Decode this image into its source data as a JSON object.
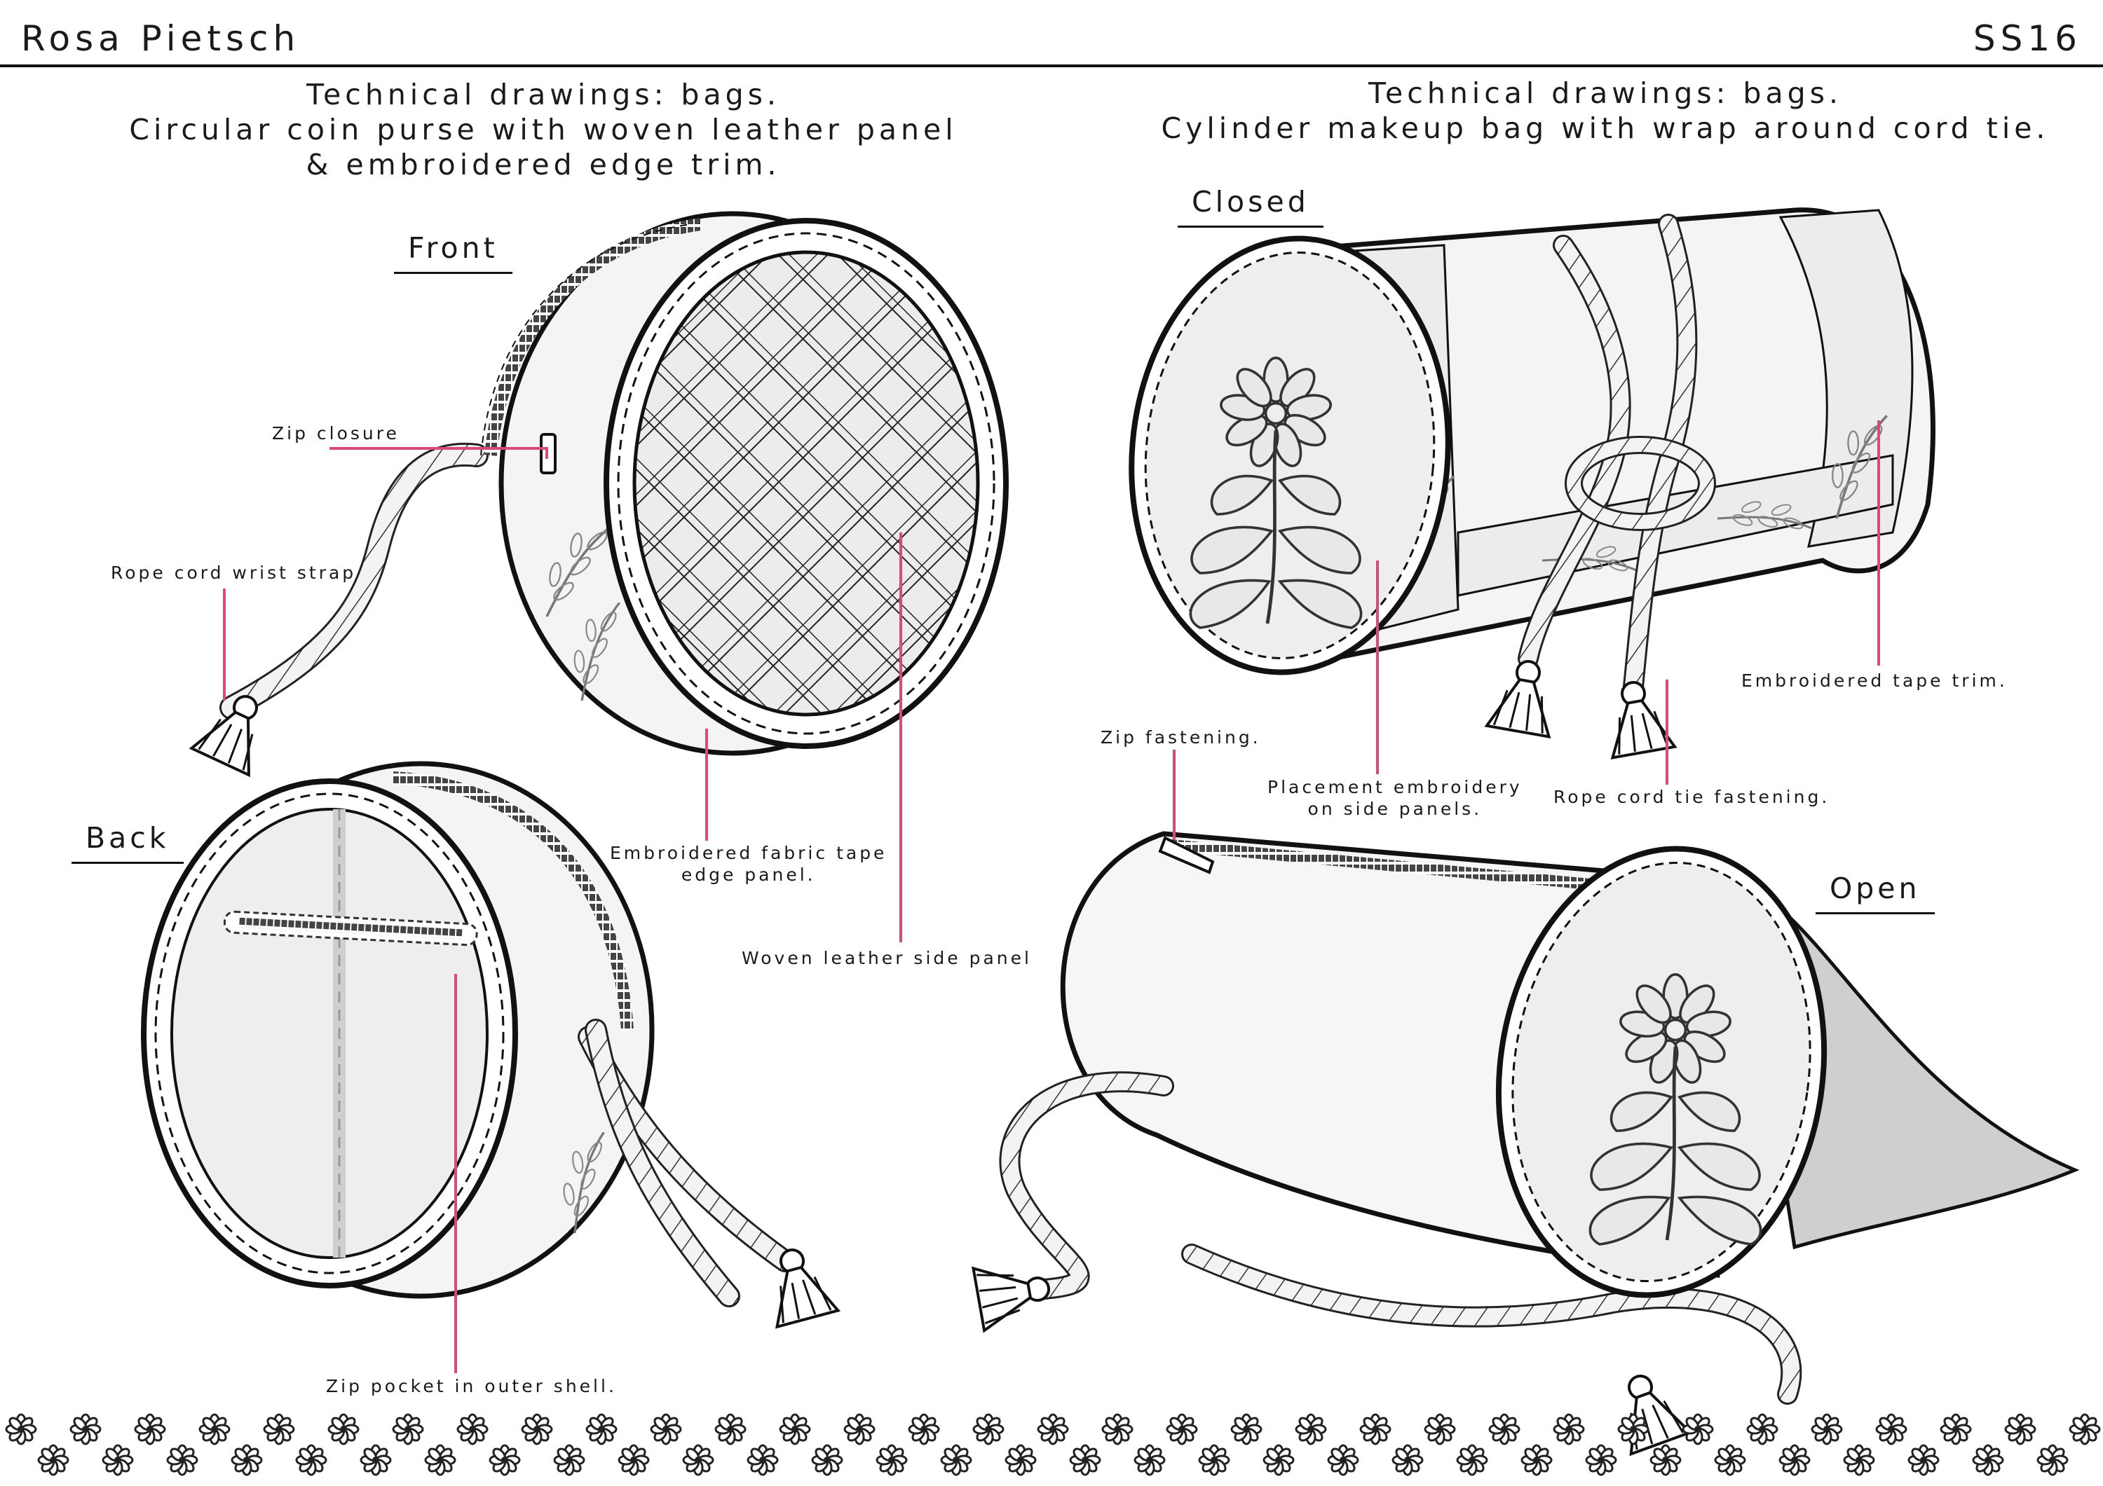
{
  "header": {
    "designer": "Rosa Pietsch",
    "season": "SS16"
  },
  "left_panel": {
    "title_line1": "Technical drawings: bags.",
    "title_line2": "Circular coin purse with woven leather panel",
    "title_line3": "& embroidered edge trim.",
    "front_label": "Front",
    "back_label": "Back",
    "annotations": {
      "zip_closure": "Zip closure",
      "rope_strap": "Rope cord wrist strap",
      "tape_panel_line1": "Embroidered fabric tape",
      "tape_panel_line2": "edge panel.",
      "woven_panel": "Woven leather side panel",
      "zip_pocket": "Zip pocket in outer shell."
    }
  },
  "right_panel": {
    "title_line1": "Technical drawings: bags.",
    "title_line2": "Cylinder makeup bag with wrap around cord tie.",
    "closed_label": "Closed",
    "open_label": "Open",
    "annotations": {
      "tape_trim": "Embroidered tape trim.",
      "zip_fastening": "Zip fastening.",
      "placement_line1": "Placement embroidery",
      "placement_line2": "on side panels.",
      "rope_tie": "Rope cord tie fastening."
    }
  },
  "colors": {
    "leader_line": "#d94a7a",
    "ink": "#111111",
    "fill_light": "#efefef",
    "fill_mid": "#d6d6d6"
  }
}
